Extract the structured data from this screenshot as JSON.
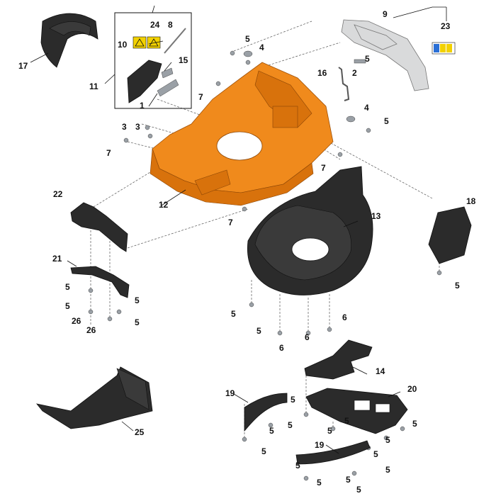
{
  "callouts": [
    {
      "id": "l17",
      "text": "17"
    },
    {
      "id": "l24",
      "text": "24"
    },
    {
      "id": "l8",
      "text": "8"
    },
    {
      "id": "l10",
      "text": "10"
    },
    {
      "id": "l15",
      "text": "15"
    },
    {
      "id": "l11",
      "text": "11"
    },
    {
      "id": "l1",
      "text": "1"
    },
    {
      "id": "l5a",
      "text": "5"
    },
    {
      "id": "l4a",
      "text": "4"
    },
    {
      "id": "l7a",
      "text": "7"
    },
    {
      "id": "l3a",
      "text": "3"
    },
    {
      "id": "l3b",
      "text": "3"
    },
    {
      "id": "l7b",
      "text": "7"
    },
    {
      "id": "l9",
      "text": "9"
    },
    {
      "id": "l23",
      "text": "23"
    },
    {
      "id": "l16",
      "text": "16"
    },
    {
      "id": "l2",
      "text": "2"
    },
    {
      "id": "l5b",
      "text": "5"
    },
    {
      "id": "l4b",
      "text": "4"
    },
    {
      "id": "l5c",
      "text": "5"
    },
    {
      "id": "l7c",
      "text": "7"
    },
    {
      "id": "l22",
      "text": "22"
    },
    {
      "id": "l12",
      "text": "12"
    },
    {
      "id": "l7d",
      "text": "7"
    },
    {
      "id": "l13",
      "text": "13"
    },
    {
      "id": "l18",
      "text": "18"
    },
    {
      "id": "l21",
      "text": "21"
    },
    {
      "id": "l5d",
      "text": "5"
    },
    {
      "id": "l5e",
      "text": "5"
    },
    {
      "id": "l5f",
      "text": "5"
    },
    {
      "id": "l26a",
      "text": "26"
    },
    {
      "id": "l26b",
      "text": "26"
    },
    {
      "id": "l5g",
      "text": "5"
    },
    {
      "id": "l5h",
      "text": "5"
    },
    {
      "id": "l5i",
      "text": "5"
    },
    {
      "id": "l5j",
      "text": "5"
    },
    {
      "id": "l6a",
      "text": "6"
    },
    {
      "id": "l6b",
      "text": "6"
    },
    {
      "id": "l6c",
      "text": "6"
    },
    {
      "id": "l14",
      "text": "14"
    },
    {
      "id": "l20",
      "text": "20"
    },
    {
      "id": "l19a",
      "text": "19"
    },
    {
      "id": "l5k",
      "text": "5"
    },
    {
      "id": "l5l",
      "text": "5"
    },
    {
      "id": "l5m",
      "text": "5"
    },
    {
      "id": "l5n",
      "text": "5"
    },
    {
      "id": "l5o",
      "text": "5"
    },
    {
      "id": "l5p",
      "text": "5"
    },
    {
      "id": "l5q",
      "text": "5"
    },
    {
      "id": "l5r",
      "text": "5"
    },
    {
      "id": "l19b",
      "text": "19"
    },
    {
      "id": "l5s",
      "text": "5"
    },
    {
      "id": "l5t",
      "text": "5"
    },
    {
      "id": "l5u",
      "text": "5"
    },
    {
      "id": "l5v",
      "text": "5"
    },
    {
      "id": "l5w",
      "text": "5"
    },
    {
      "id": "l5x",
      "text": "5"
    },
    {
      "id": "l25",
      "text": "25"
    }
  ],
  "doc_id": "W-PTP-4M",
  "colors": {
    "housing": "#f08a1c",
    "parts": "#2b2b2b",
    "cover": "#d9dadb",
    "fasteners": "#9aa0a6"
  },
  "icons": [
    "warning-label-icon",
    "warning-label-icon",
    "safety-symbols-label-icon"
  ]
}
